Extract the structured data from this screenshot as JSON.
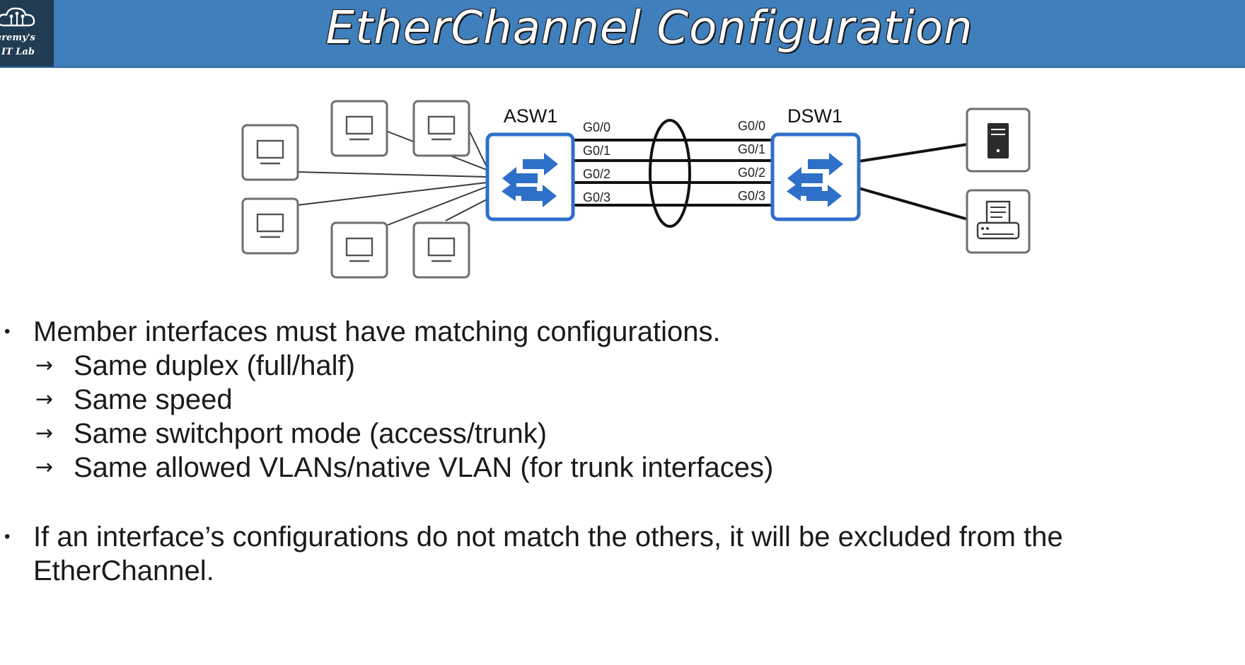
{
  "header": {
    "title": "EtherChannel Configuration",
    "logo_line1": "eremy's",
    "logo_line2": "IT Lab",
    "logo_icon": "cloud-circuit-icon",
    "bar_color": "#3f7fbc",
    "logo_bg_color": "#213b52"
  },
  "diagram": {
    "left_switch": {
      "name": "ASW1",
      "ports": [
        "G0/0",
        "G0/1",
        "G0/2",
        "G0/3"
      ]
    },
    "right_switch": {
      "name": "DSW1",
      "ports": [
        "G0/0",
        "G0/1",
        "G0/2",
        "G0/3"
      ]
    },
    "switch_color": "#2e6fc9",
    "pc_icon": "pc-icon",
    "server_icon": "server-icon",
    "printer_icon": "printer-icon",
    "switch_icon": "switch-arrows-icon"
  },
  "bullets": [
    {
      "text": "Member interfaces must have matching configurations.",
      "sub": [
        "Same duplex (full/half)",
        "Same speed",
        "Same switchport mode (access/trunk)",
        "Same allowed VLANs/native VLAN (for trunk interfaces)"
      ]
    },
    {
      "text": "If an interface’s configurations do not match the others, it will be excluded from the EtherChannel.",
      "sub": []
    }
  ],
  "bullet_symbol": "•",
  "arrow_symbol": "→"
}
